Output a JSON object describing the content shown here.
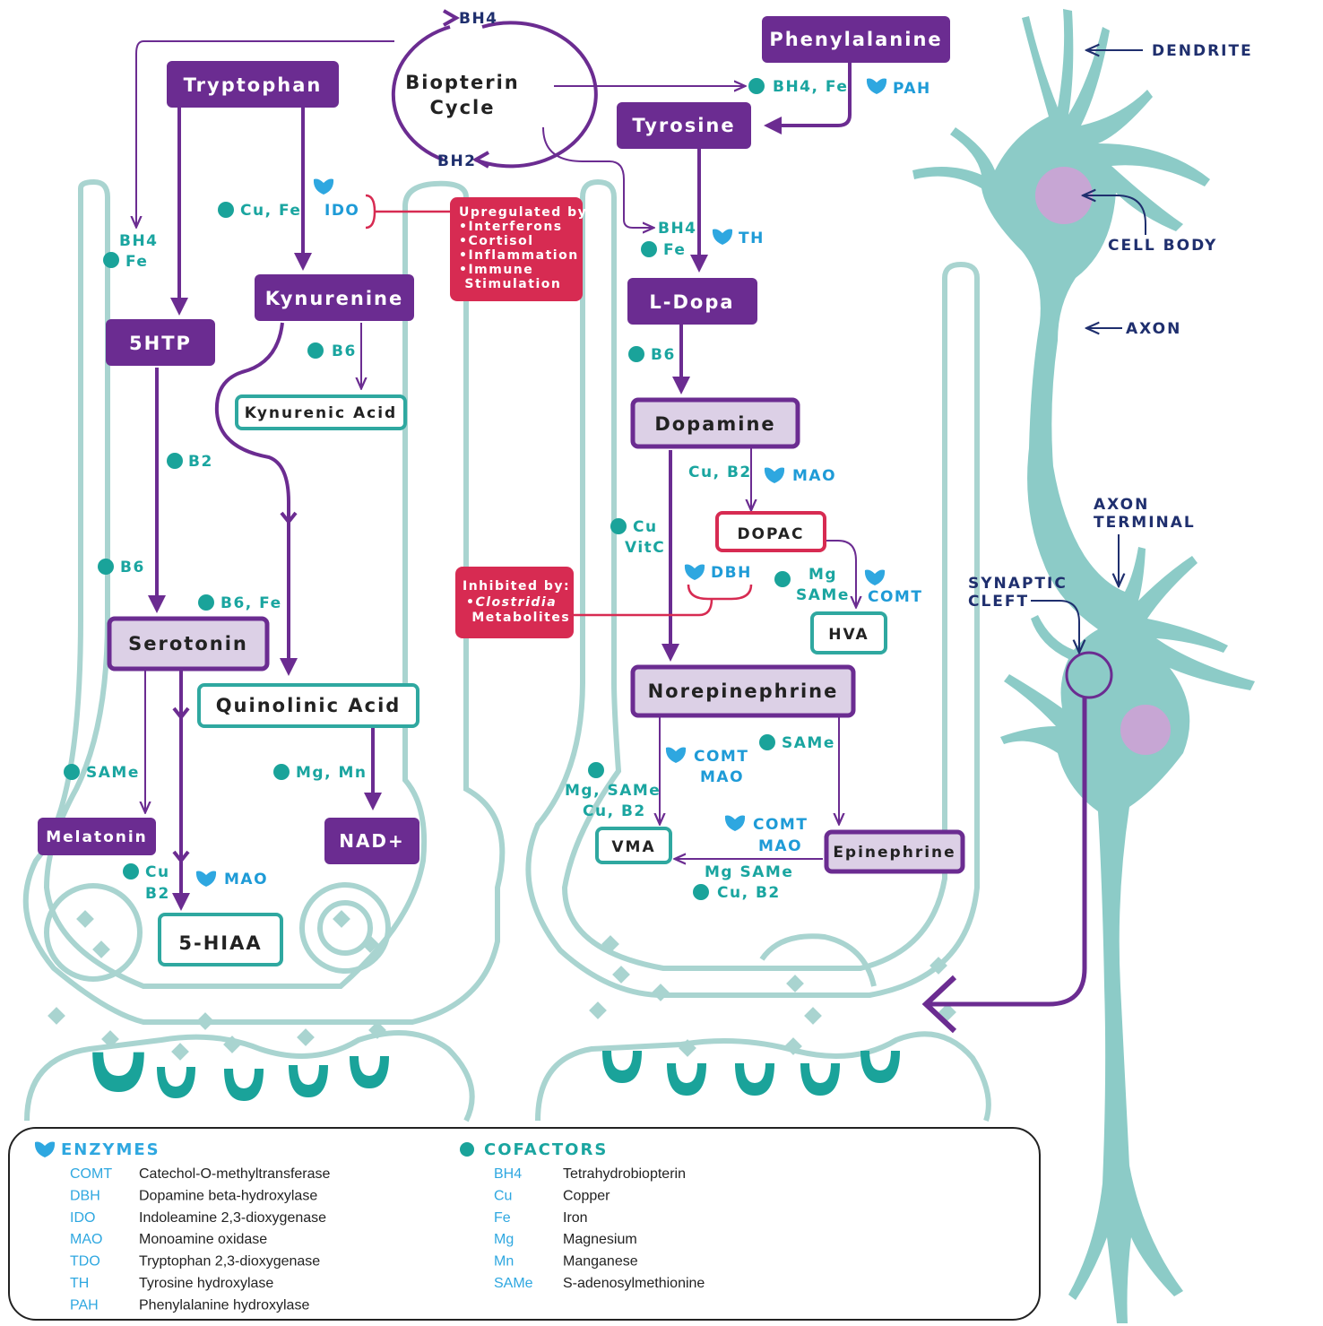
{
  "molecules": {
    "phenylalanine": "Phenylalanine",
    "tryptophan": "Tryptophan",
    "tyrosine": "Tyrosine",
    "kynurenine": "Kynurenine",
    "htp": "5HTP",
    "ldopa": "L-Dopa",
    "dopamine": "Dopamine",
    "serotonin": "Serotonin",
    "quinolinic": "Quinolinic Acid",
    "kynurenic": "Kynurenic Acid",
    "dopac": "DOPAC",
    "hva": "HVA",
    "norepinephrine": "Norepinephrine",
    "melatonin": "Melatonin",
    "nad": "NAD+",
    "vma": "VMA",
    "epinephrine": "Epinephrine",
    "hiaa": "5-HIAA"
  },
  "biopterin": {
    "line1": "Biopterin",
    "line2": "Cycle",
    "bh4": "BH4",
    "bh2": "BH2"
  },
  "cofactor_labels": {
    "pah_cof": "BH4, Fe",
    "trp_left_1": "BH4",
    "trp_left_2": "Fe",
    "ido_cof": "Cu, Fe",
    "th_cof_1": "BH4",
    "th_cof_2": "Fe",
    "kyn_b6": "B6",
    "ldopa_b6": "B6",
    "htp_b2": "B2",
    "htp_b6": "B6",
    "b6fe": "B6, Fe",
    "dopac_cof": "Cu, B2",
    "dbh_cof_1": "Cu",
    "dbh_cof_2": "VitC",
    "hva_cof_1": "Mg",
    "hva_cof_2": "SAMe",
    "ser_same": "SAMe",
    "mgmn": "Mg, Mn",
    "ne_same": "SAMe",
    "vma_cof_1": "Mg, SAMe",
    "vma_cof_2": "Cu, B2",
    "hiaa_cof_1": "Cu",
    "hiaa_cof_2": "B2",
    "epi_cof_1": "Mg SAMe",
    "epi_cof_2": "Cu, B2"
  },
  "enzyme_labels": {
    "pah": "PAH",
    "ido": "IDO",
    "th": "TH",
    "mao1": "MAO",
    "dbh": "DBH",
    "comt1": "COMT",
    "ne_comt": "COMT",
    "ne_mao": "MAO",
    "epi_comt": "COMT",
    "epi_mao": "MAO",
    "hiaa_mao": "MAO"
  },
  "upregulated": {
    "title": "Upregulated by:",
    "items": [
      "•Interferons",
      "•Cortisol",
      "•Inflammation",
      "•Immune",
      " Stimulation"
    ]
  },
  "inhibited": {
    "title": "Inhibited by:",
    "items": [
      "•Clostridia",
      " Metabolites"
    ]
  },
  "neuron_labels": {
    "dendrite": "DENDRITE",
    "cell_body": "CELL BODY",
    "axon": "AXON",
    "axon_terminal_1": "AXON",
    "axon_terminal_2": "TERMINAL",
    "synaptic_1": "SYNAPTIC",
    "synaptic_2": "CLEFT"
  },
  "legend": {
    "enzymes_title": "ENZYMES",
    "cofactors_title": "COFACTORS",
    "enzymes": [
      {
        "abbr": "COMT",
        "name": "Catechol-O-methyltransferase"
      },
      {
        "abbr": "DBH",
        "name": "Dopamine beta-hydroxylase"
      },
      {
        "abbr": "IDO",
        "name": "Indoleamine 2,3-dioxygenase"
      },
      {
        "abbr": "MAO",
        "name": "Monoamine oxidase"
      },
      {
        "abbr": "TDO",
        "name": "Tryptophan 2,3-dioxygenase"
      },
      {
        "abbr": "TH",
        "name": "Tyrosine hydroxylase"
      },
      {
        "abbr": "PAH",
        "name": "Phenylalanine hydroxylase"
      }
    ],
    "cofactors": [
      {
        "abbr": "BH4",
        "name": "Tetrahydrobiopterin"
      },
      {
        "abbr": "Cu",
        "name": "Copper"
      },
      {
        "abbr": "Fe",
        "name": "Iron"
      },
      {
        "abbr": "Mg",
        "name": "Magnesium"
      },
      {
        "abbr": "Mn",
        "name": "Manganese"
      },
      {
        "abbr": "SAMe",
        "name": "S-adenosylmethionine"
      }
    ]
  },
  "colors": {
    "pathway_purple": "#6b2c91",
    "light_lavender": "#dcd0e6",
    "teal": "#1aa5a0",
    "enzyme_blue": "#2ea7e0",
    "regulation_red": "#d72b52",
    "neuron_teal": "#8ccbc7",
    "navy": "#1f2f6e"
  }
}
